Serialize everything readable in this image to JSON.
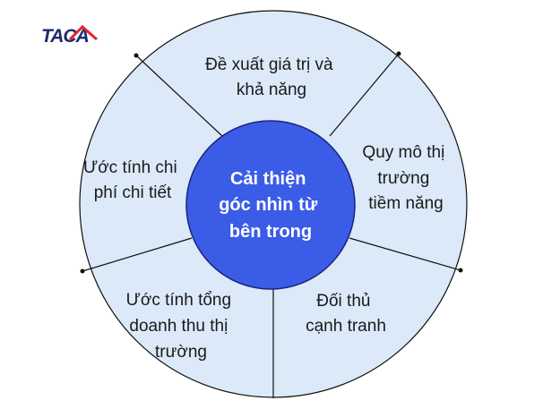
{
  "logo": {
    "text": "TACA",
    "colors": {
      "primary": "#1f2a6b",
      "accent": "#e0262e"
    }
  },
  "diagram": {
    "center": {
      "lines": [
        "Cải thiện",
        "góc nhìn từ",
        "bên trong"
      ]
    },
    "segments": [
      {
        "lines": [
          "Đề xuất giá trị và",
          "khả năng"
        ]
      },
      {
        "lines": [
          "Quy mô thị",
          "trường",
          "tiềm năng"
        ]
      },
      {
        "lines": [
          "Đối thủ",
          "cạnh tranh"
        ]
      },
      {
        "lines": [
          "Ước tính tổng",
          "doanh thu thị",
          "trường"
        ]
      },
      {
        "lines": [
          "Ước tính chi",
          "phí chi tiết"
        ]
      }
    ],
    "colors": {
      "ring_fill": "#dbe9f8",
      "ring_stroke": "#111111",
      "center_fill": "#3b5ce6",
      "center_stroke": "#1a237e",
      "center_text": "#ffffff"
    }
  }
}
